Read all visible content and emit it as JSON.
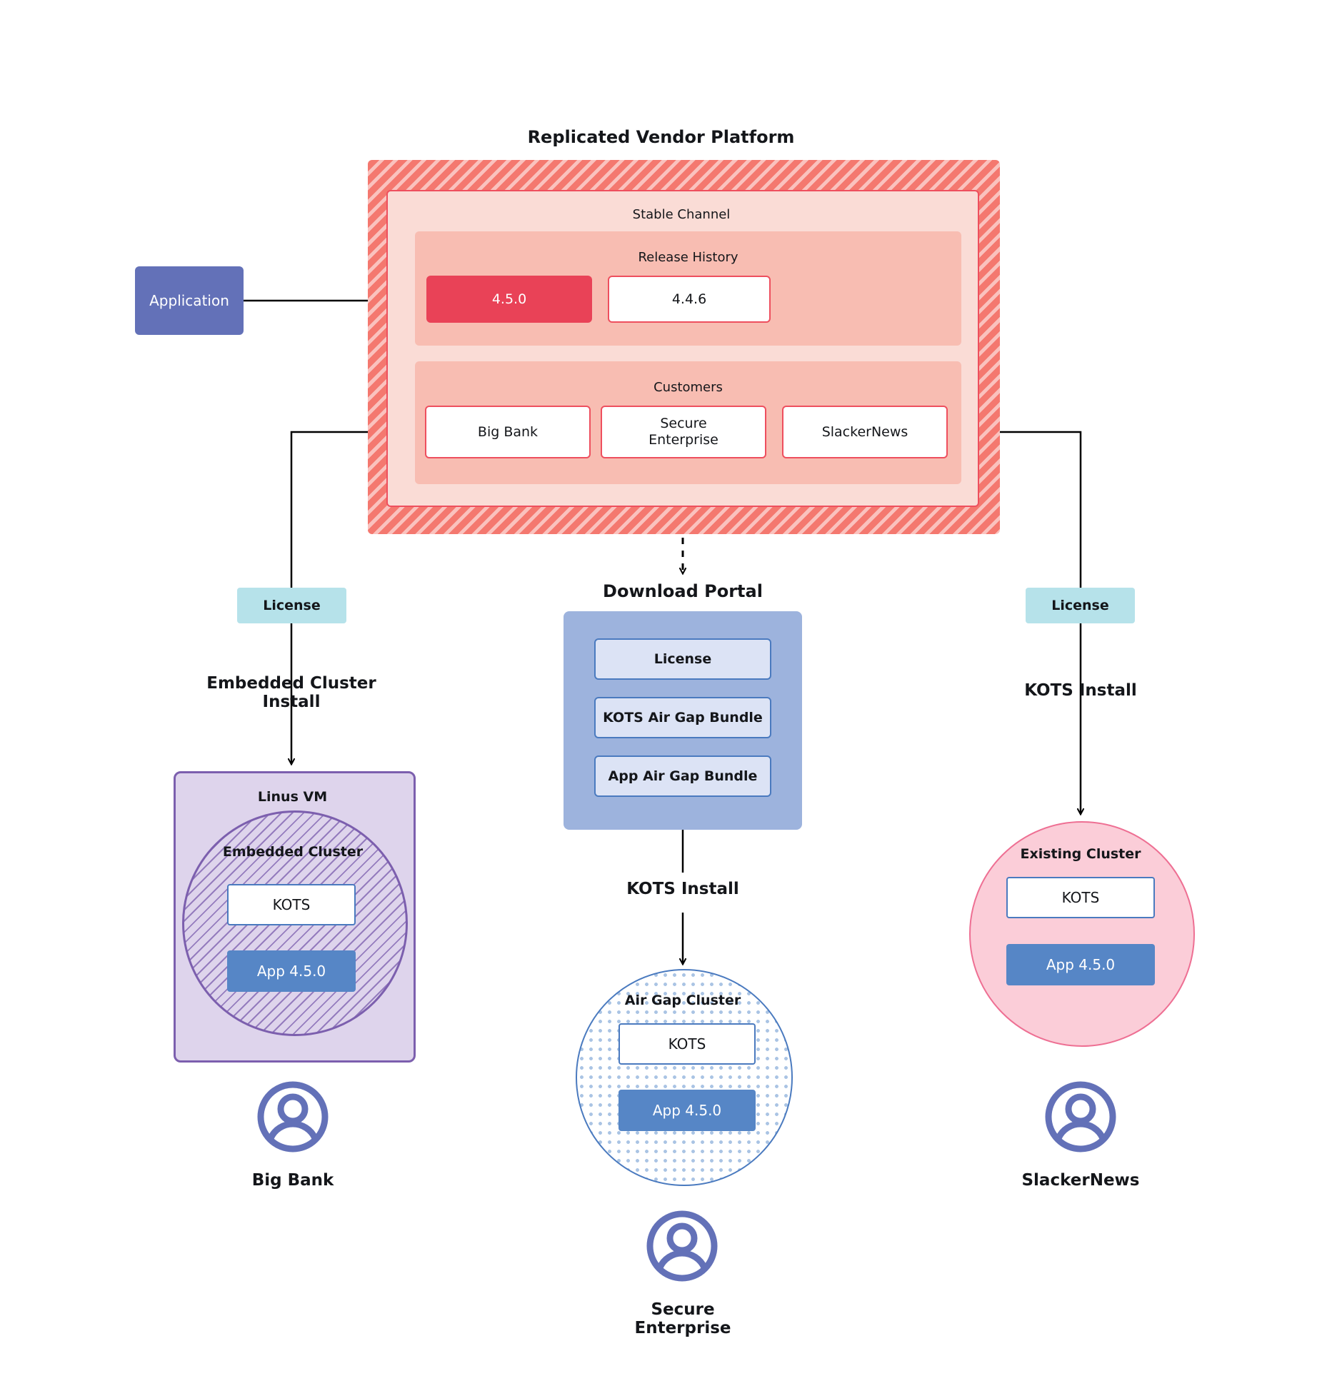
{
  "diagram": {
    "title": "Replicated Vendor Platform",
    "application_node": {
      "label": "Application"
    },
    "channel": {
      "label": "Stable Channel",
      "release_history": {
        "label": "Release History",
        "releases": [
          {
            "version": "4.5.0",
            "state": "current"
          },
          {
            "version": "4.4.6",
            "state": "previous"
          }
        ]
      },
      "customers": {
        "label": "Customers",
        "items": [
          {
            "name": "Big Bank"
          },
          {
            "name": "Secure\nEnterprise"
          },
          {
            "name": "SlackerNews"
          }
        ]
      }
    },
    "download_portal": {
      "title": "Download  Portal",
      "items": [
        {
          "label": "License"
        },
        {
          "label": "KOTS Air Gap Bundle"
        },
        {
          "label": "App Air Gap Bundle"
        }
      ]
    },
    "branches": {
      "left": {
        "license_label": "License",
        "install_label": "Embedded Cluster\nInstall",
        "host_label": "Linus VM",
        "cluster_label": "Embedded Cluster",
        "kots_label": "KOTS",
        "app_label": "App 4.5.0",
        "actor_label": "Big Bank"
      },
      "center": {
        "install_label": "KOTS Install",
        "cluster_label": "Air Gap Cluster",
        "kots_label": "KOTS",
        "app_label": "App 4.5.0",
        "actor_label": "Secure\nEnterprise"
      },
      "right": {
        "license_label": "License",
        "install_label": "KOTS Install",
        "cluster_label": "Existing Cluster",
        "kots_label": "KOTS",
        "app_label": "App 4.5.0",
        "actor_label": "SlackerNews"
      }
    },
    "colors": {
      "platform_hatch": "#f4786f",
      "channel_fill": "#fadcd6",
      "subsection_fill": "#f8bdb2",
      "release_current": "#e94257",
      "release_border": "#ee4f5e",
      "application": "#6371b8",
      "license": "#b6e2ea",
      "portal": "#9db3dd",
      "portal_item": "#dce3f5",
      "vm_fill": "#ded4ec",
      "vm_border": "#7c5fae",
      "existing_cluster": "#fbcdd8",
      "existing_cluster_border": "#ee6f93",
      "kots_border": "#4a7abf",
      "app_node": "#5686c6",
      "avatar": "#6371b8",
      "connector": "#000000"
    },
    "icons": {
      "avatar": "user-avatar-icon"
    }
  }
}
